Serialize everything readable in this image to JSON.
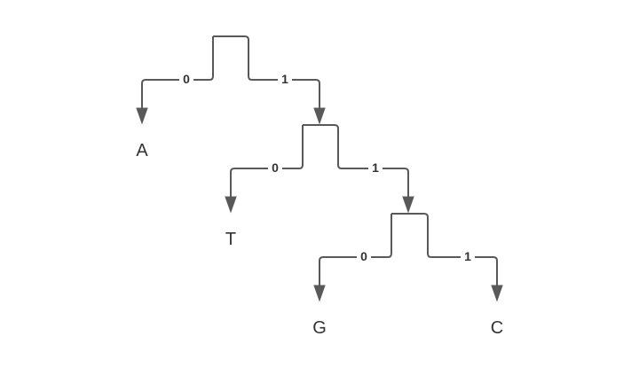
{
  "tree": {
    "levels": [
      {
        "left_edge_label": "0",
        "right_edge_label": "1",
        "leaf": "A"
      },
      {
        "left_edge_label": "0",
        "right_edge_label": "1",
        "leaf": "T"
      },
      {
        "left_edge_label": "0",
        "right_edge_label": "1",
        "leaf": "G",
        "right_leaf": "C"
      }
    ]
  },
  "colors": {
    "line": "#595959",
    "text": "#333333",
    "background": "#ffffff"
  }
}
